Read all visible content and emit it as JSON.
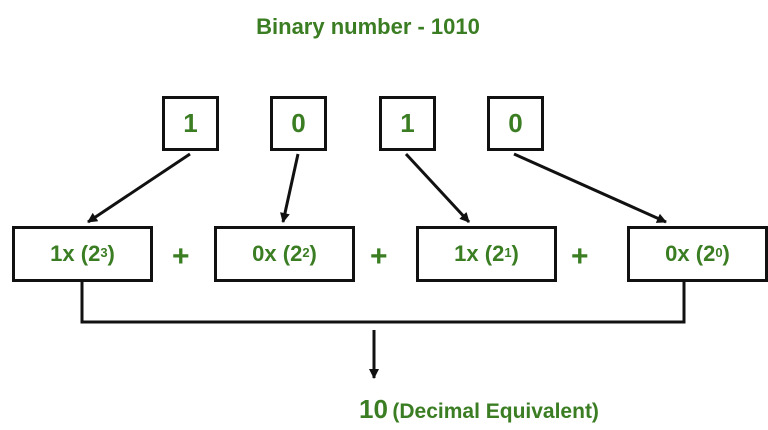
{
  "title": "Binary number - 1010",
  "binary_digits": [
    "1",
    "0",
    "1",
    "0"
  ],
  "terms": [
    {
      "digit": "1",
      "op": "x",
      "base": "2",
      "exponent": "3"
    },
    {
      "digit": "0",
      "op": "x",
      "base": "2",
      "exponent": "2"
    },
    {
      "digit": "1",
      "op": "x",
      "base": "2",
      "exponent": "1"
    },
    {
      "digit": "0",
      "op": "x",
      "base": "2",
      "exponent": "0"
    }
  ],
  "operators": [
    "+",
    "+",
    "+"
  ],
  "result": {
    "value": "10",
    "label": "(Decimal Equivalent)"
  },
  "colors": {
    "text_green": "#3a7d22",
    "line": "#111111",
    "background": "#ffffff"
  }
}
